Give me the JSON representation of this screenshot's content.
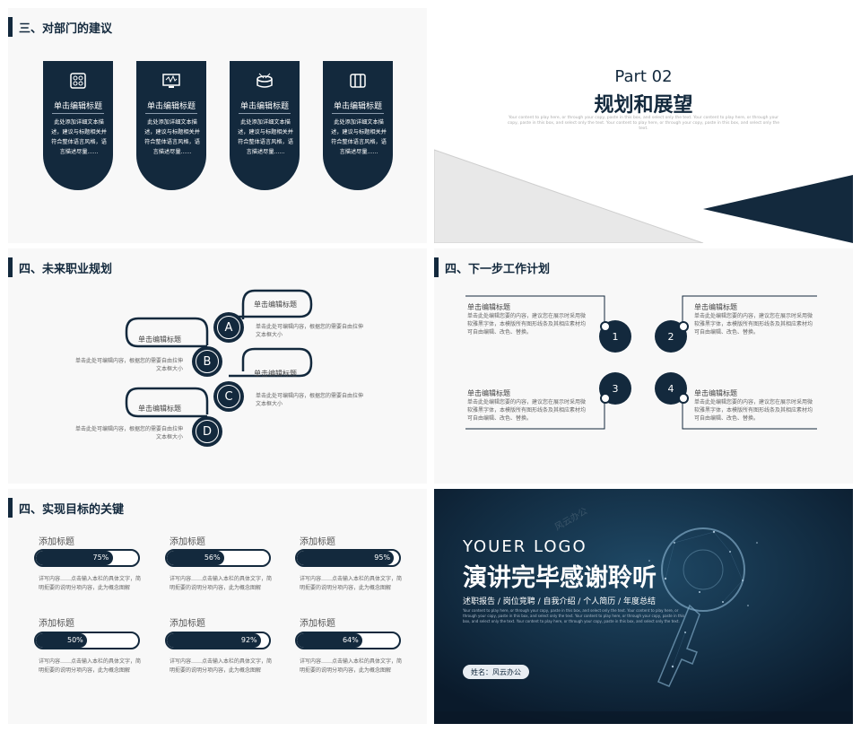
{
  "slide1": {
    "section_title": "三、对部门的建议",
    "cards": [
      {
        "icon": "gamepad-icon",
        "title": "单击编辑标题",
        "desc": "此处添加详细文本描述，建议与标题相关并符合整体语言风格，语言描述尽量......"
      },
      {
        "icon": "monitor-icon",
        "title": "单击编辑标题",
        "desc": "此处添加详细文本描述，建议与标题相关并符合整体语言风格，语言描述尽量......"
      },
      {
        "icon": "drum-icon",
        "title": "单击编辑标题",
        "desc": "此处添加详细文本描述，建议与标题相关并符合整体语言风格，语言描述尽量......"
      },
      {
        "icon": "gift-icon",
        "title": "单击编辑标题",
        "desc": "此处添加详细文本描述，建议与标题相关并符合整体语言风格，语言描述尽量......"
      }
    ]
  },
  "slide2": {
    "part": "Part 02",
    "title": "规划和展望",
    "desc": "Your content to play here, or through your copy, paste in this box, and select only the text. Your content to play here, or through your copy, paste in this box, and select only the text. Your content to play here, or through your copy, paste in this box, and select only the text."
  },
  "slide3": {
    "section_title": "四、未来职业规划",
    "items": [
      {
        "letter": "A",
        "title": "单击编辑标题",
        "desc": "单击此处可编辑内容，根据您的需要自由拉伸文本框大小"
      },
      {
        "letter": "B",
        "title": "单击编辑标题",
        "desc": "单击此处可编辑内容，根据您的需要自由拉伸文本框大小"
      },
      {
        "letter": "C",
        "title": "单击编辑标题",
        "desc": "单击此处可编辑内容，根据您的需要自由拉伸文本框大小"
      },
      {
        "letter": "D",
        "title": "单击编辑标题",
        "desc": "单击此处可编辑内容，根据您的需要自由拉伸文本框大小"
      }
    ]
  },
  "slide4": {
    "section_title": "四、下一步工作计划",
    "items": [
      {
        "num": "1",
        "title": "单击编辑标题",
        "desc": "单击此处编辑您要的内容，建议您在展示时采用微软雅黑字体，本模版所有图形线条及其相应素材均可自由编辑、改色、替换。"
      },
      {
        "num": "2",
        "title": "单击编辑标题",
        "desc": "单击此处编辑您要的内容，建议您在展示时采用微软雅黑字体，本模版所有图形线条及其相应素材均可自由编辑、改色、替换。"
      },
      {
        "num": "3",
        "title": "单击编辑标题",
        "desc": "单击此处编辑您要的内容，建议您在展示时采用微软雅黑字体，本模版所有图形线条及其相应素材均可自由编辑、改色、替换。"
      },
      {
        "num": "4",
        "title": "单击编辑标题",
        "desc": "单击此处编辑您要的内容，建议您在展示时采用微软雅黑字体，本模版所有图形线条及其相应素材均可自由编辑、改色、替换。"
      }
    ]
  },
  "slide5": {
    "section_title": "四、实现目标的关键",
    "items": [
      {
        "title": "添加标题",
        "value": 75,
        "label": "75%",
        "desc": "详写内容……点击输入本栏的具体文字，简明扼要的说明分项内容，此为概念图解"
      },
      {
        "title": "添加标题",
        "value": 56,
        "label": "56%",
        "desc": "详写内容……点击输入本栏的具体文字，简明扼要的说明分项内容，此为概念图解"
      },
      {
        "title": "添加标题",
        "value": 95,
        "label": "95%",
        "desc": "详写内容……点击输入本栏的具体文字，简明扼要的说明分项内容，此为概念图解"
      },
      {
        "title": "添加标题",
        "value": 50,
        "label": "50%",
        "desc": "详写内容……点击输入本栏的具体文字，简明扼要的说明分项内容，此为概念图解"
      },
      {
        "title": "添加标题",
        "value": 92,
        "label": "92%",
        "desc": "详写内容……点击输入本栏的具体文字，简明扼要的说明分项内容，此为概念图解"
      },
      {
        "title": "添加标题",
        "value": 64,
        "label": "64%",
        "desc": "详写内容……点击输入本栏的具体文字，简明扼要的说明分项内容，此为概念图解"
      }
    ]
  },
  "slide6": {
    "logo": "YOUER LOGO",
    "title": "演讲完毕感谢聆听",
    "subtitle": "述职报告 / 岗位竞聘 / 自我介绍 / 个人简历 / 年度总结",
    "desc": "Your content to play here, or through your copy, paste in this box, and select only the text. Your content to play here, or through your copy, paste in this box, and select only the text. Your content to play here, or through your copy, paste in this box, and select only the text. Your content to play here, or through your copy, paste in this box, and select only the text.",
    "name": "姓名：风云办公",
    "watermark": "风云办公"
  },
  "colors": {
    "navy": "#13293d",
    "background": "#f8f8f8"
  }
}
